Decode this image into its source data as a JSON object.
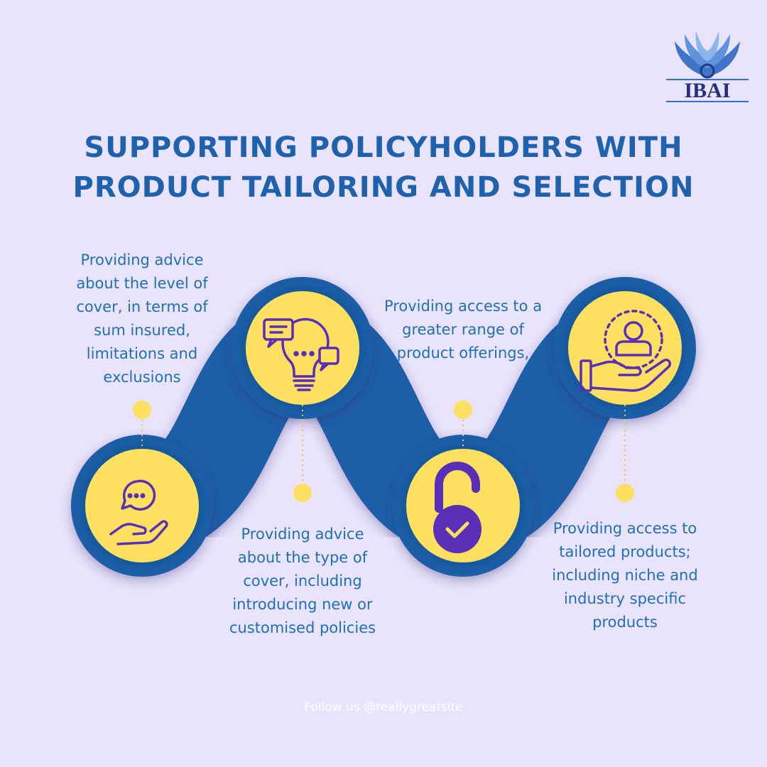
{
  "brand": {
    "logo_text": "IBAI",
    "logo_icon": "wing-emblem-icon"
  },
  "title": {
    "line1": "SUPPORTING POLICYHOLDERS WITH",
    "line2": "PRODUCT TAILORING AND SELECTION"
  },
  "steps": [
    {
      "icon": "hand-chat-icon",
      "text": "Providing advice about the level of cover, in terms of sum insured, limitations and exclusions"
    },
    {
      "icon": "lightbulb-chat-icon",
      "text": "Providing advice about the type of cover, including introducing new or customised policies"
    },
    {
      "icon": "unlocked-padlock-check-icon",
      "text": "Providing access to a greater range of product offerings,"
    },
    {
      "icon": "hand-person-icon",
      "text": "Providing access to tailored products; including niche and industry specific products"
    }
  ],
  "footer": {
    "text": "Follow us @reallygreatsite"
  },
  "colors": {
    "background": "#e9e4fb",
    "title": "#1e62ae",
    "path": "#1f5ea8",
    "circle": "#fde05f",
    "icon": "#5a2fb8",
    "caption": "#1f6fb6",
    "footer": "#ffffff"
  }
}
